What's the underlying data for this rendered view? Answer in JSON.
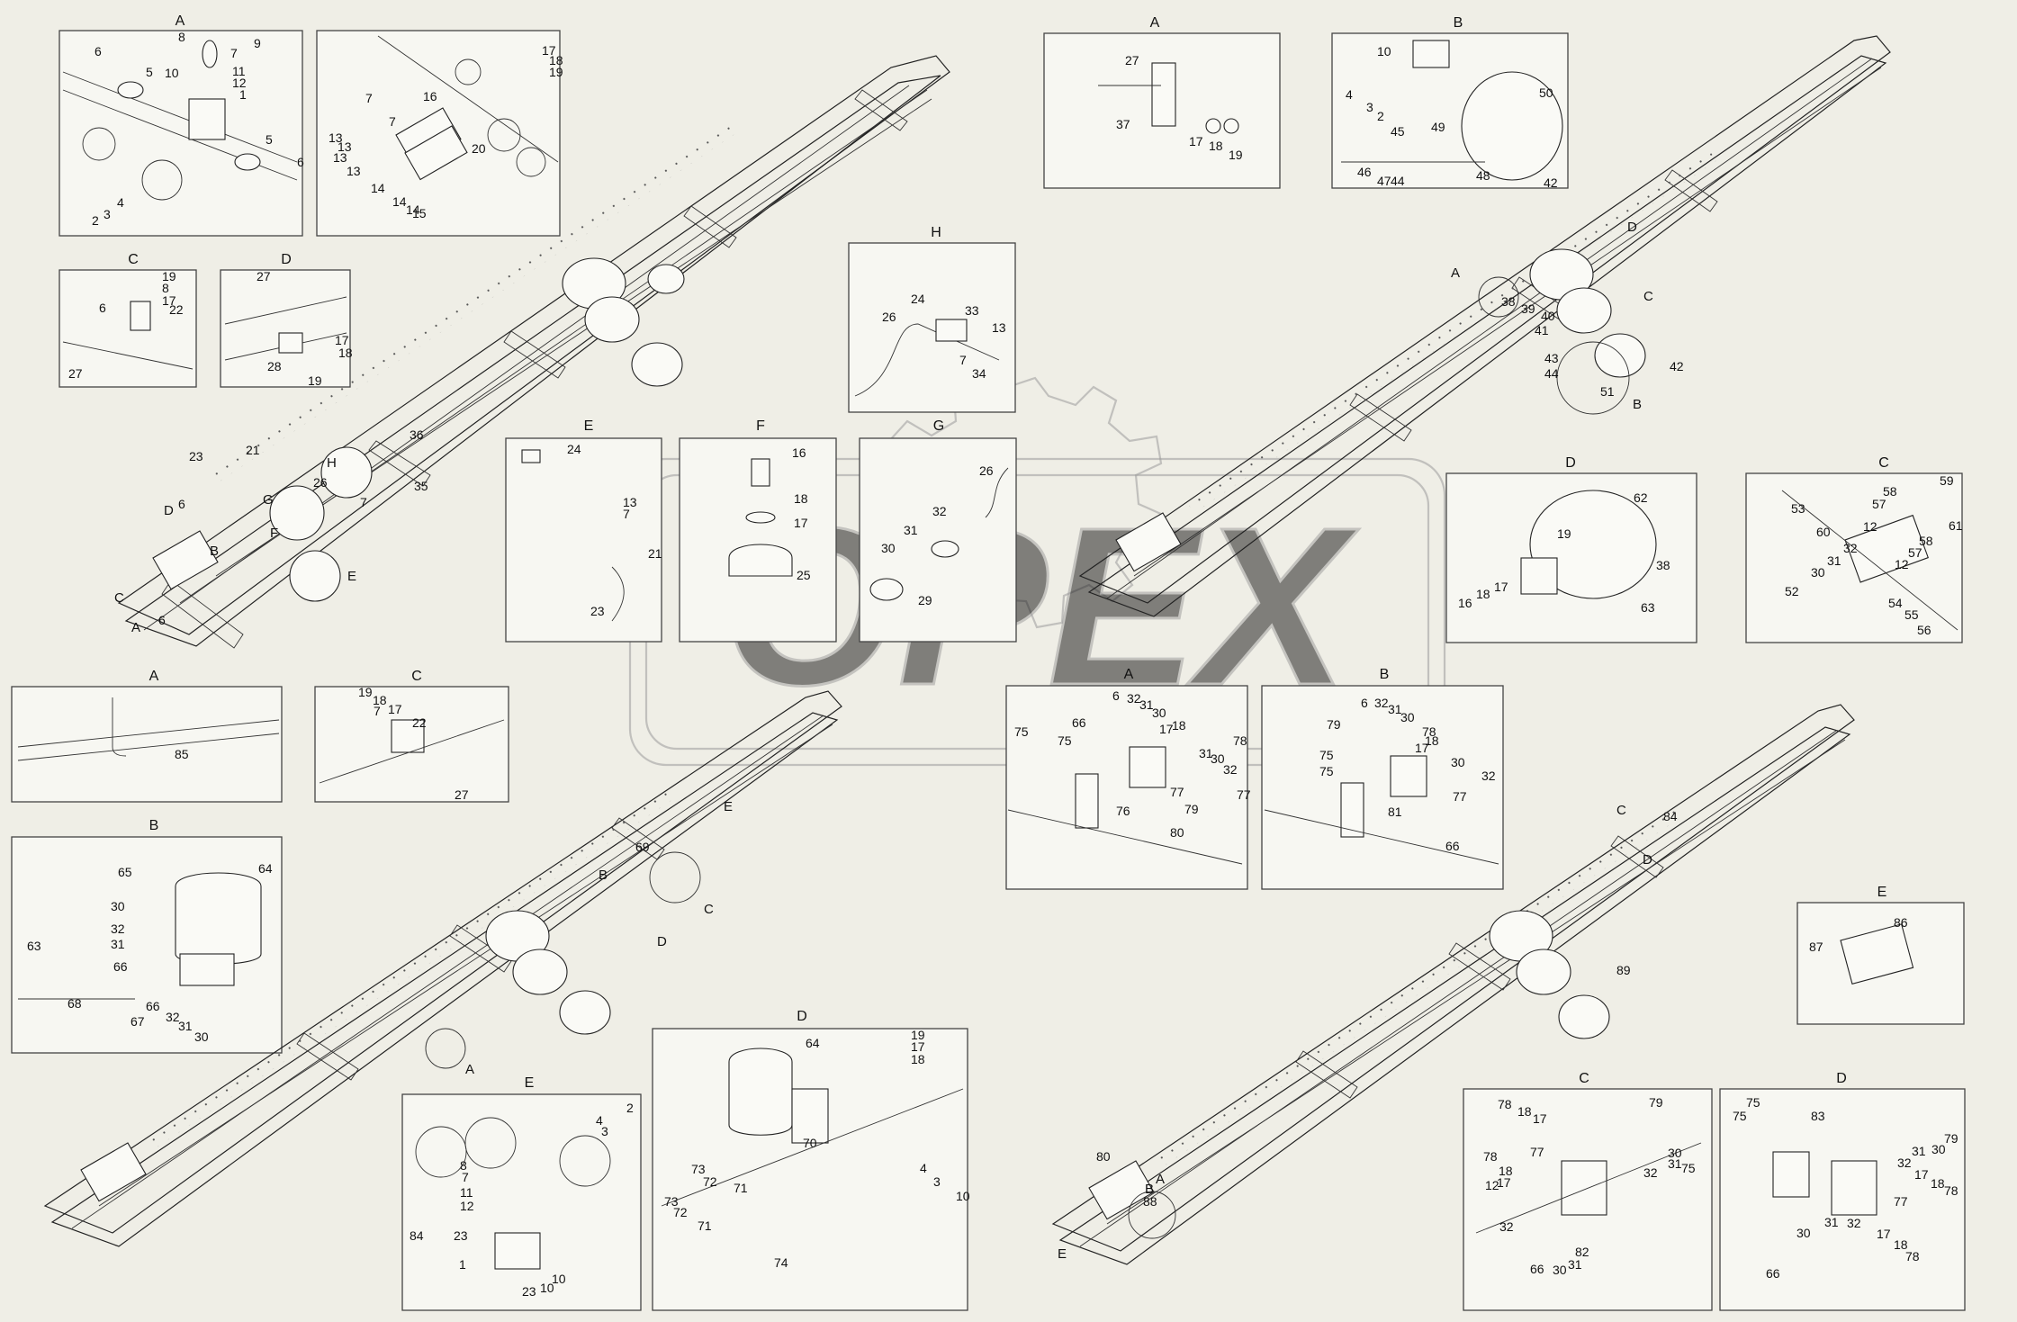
{
  "watermark": "OPEX",
  "callout_letters": [
    "A",
    "B",
    "C",
    "D",
    "E",
    "F",
    "G",
    "H"
  ],
  "inset_titles": {
    "top_left_A": "A",
    "top_left_C": "C",
    "top_left_D": "D",
    "center_H": "H",
    "center_E": "E",
    "center_F": "F",
    "center_G": "G",
    "top_mid_A": "A",
    "top_mid_B": "B",
    "right_D": "D",
    "right_C": "C",
    "left_A2": "A",
    "left_C2": "C",
    "left_B2": "B",
    "bottom_E": "E",
    "bottom_D": "D",
    "mid_A3": "A",
    "mid_B3": "B",
    "right_E": "E",
    "bottom_right_C": "C",
    "bottom_right_D": "D"
  },
  "part_numbers": [
    "1",
    "2",
    "3",
    "4",
    "5",
    "6",
    "7",
    "8",
    "9",
    "10",
    "11",
    "12",
    "13",
    "14",
    "15",
    "16",
    "17",
    "18",
    "19",
    "20",
    "21",
    "22",
    "23",
    "24",
    "25",
    "26",
    "27",
    "28",
    "29",
    "30",
    "31",
    "32",
    "33",
    "34",
    "35",
    "36",
    "37",
    "38",
    "39",
    "40",
    "41",
    "42",
    "43",
    "44",
    "45",
    "46",
    "47",
    "48",
    "49",
    "50",
    "51",
    "52",
    "53",
    "54",
    "55",
    "56",
    "57",
    "58",
    "59",
    "60",
    "61",
    "62",
    "63",
    "64",
    "65",
    "66",
    "67",
    "68",
    "69",
    "70",
    "71",
    "72",
    "73",
    "74",
    "75",
    "76",
    "77",
    "78",
    "79",
    "80",
    "81",
    "82",
    "83",
    "84",
    "85",
    "86",
    "87",
    "88",
    "89"
  ]
}
